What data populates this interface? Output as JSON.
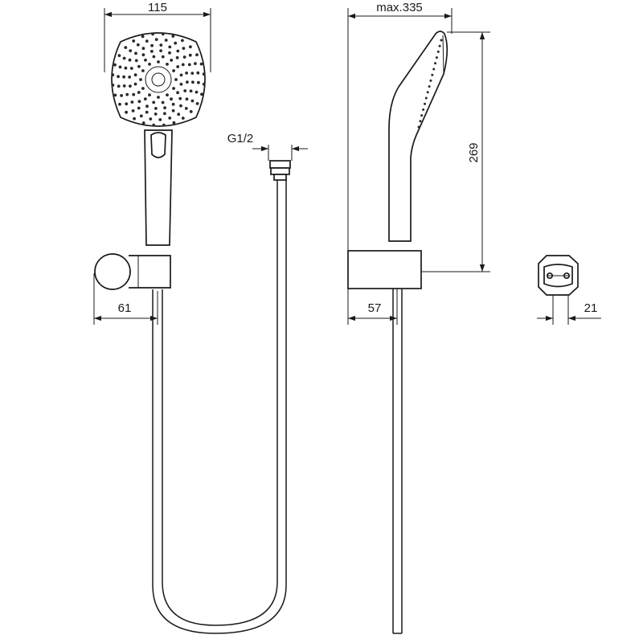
{
  "dimensions": {
    "head_width": "115",
    "max_projection": "max.335",
    "thread": "G1/2",
    "height": "269",
    "bracket_offset_front": "61",
    "bracket_offset_side": "57",
    "plate_thickness": "21"
  },
  "colors": {
    "line": "#1a1a1a",
    "background": "#ffffff"
  }
}
